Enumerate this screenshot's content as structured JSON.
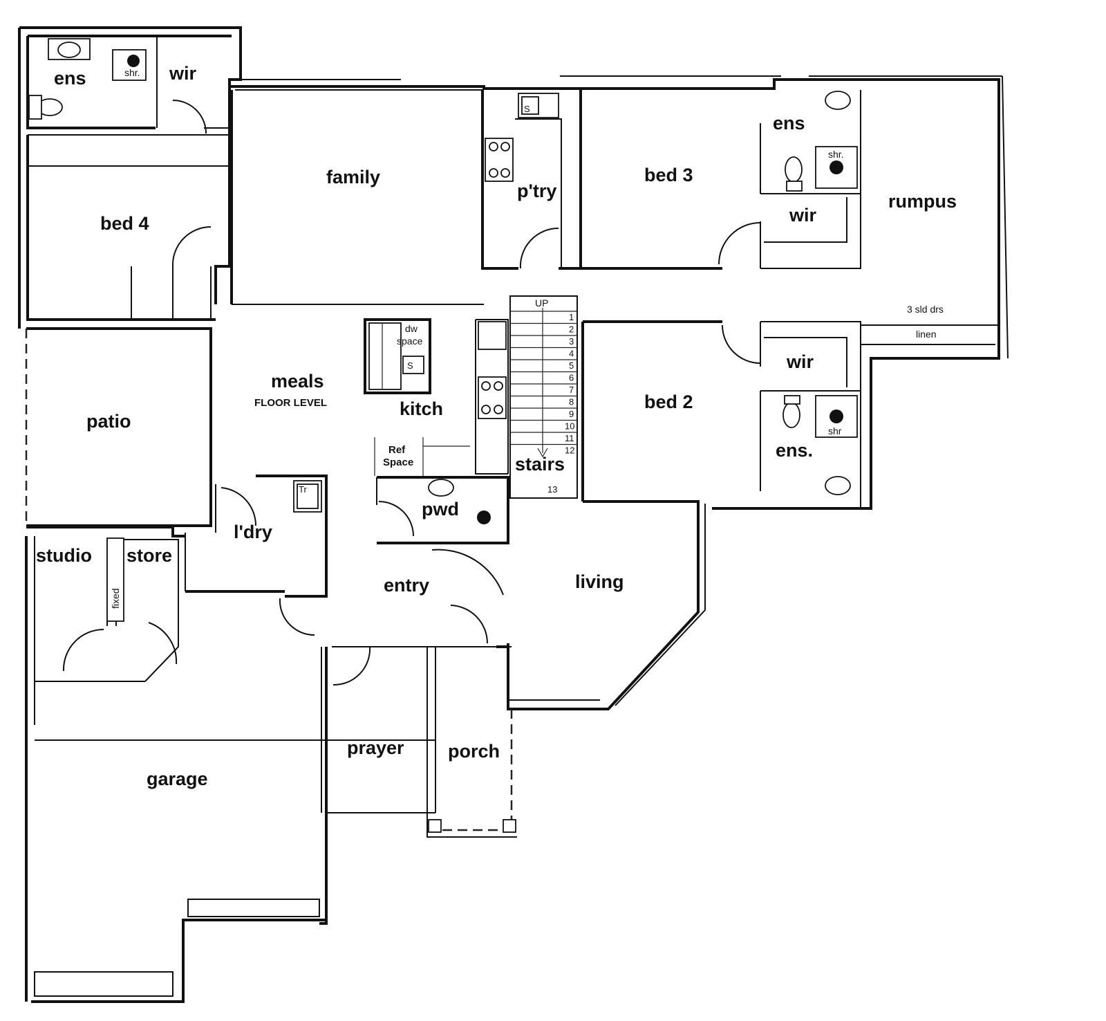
{
  "rooms": {
    "ens_1": "ens",
    "wir_1": "wir",
    "family": "family",
    "ptry": "p'try",
    "bed_3": "bed 3",
    "ens_2": "ens",
    "rumpus": "rumpus",
    "wir_2": "wir",
    "bed_4": "bed 4",
    "meals": "meals",
    "meals_note": "FLOOR LEVEL",
    "kitch": "kitch",
    "bed_2": "bed 2",
    "wir_3": "wir",
    "ens_3": "ens.",
    "patio": "patio",
    "stairs": "stairs",
    "pwd": "pwd",
    "ldry": "l'dry",
    "studio": "studio",
    "store": "store",
    "entry": "entry",
    "living": "living",
    "prayer": "prayer",
    "porch": "porch",
    "garage": "garage"
  },
  "annotations": {
    "shr_1": "shr.",
    "shr_2": "shr.",
    "shr_3": "shr",
    "dw_space_line1": "dw",
    "dw_space_line2": "space",
    "ref_space_line1": "Ref",
    "ref_space_line2": "Space",
    "stairs_up": "UP",
    "sld_drs": "3 sld drs",
    "linen": "linen",
    "fixed": "fixed",
    "sink_s_1": "S",
    "sink_s_2": "S",
    "tr": "Tr"
  },
  "stair_steps": [
    "1",
    "2",
    "3",
    "4",
    "5",
    "6",
    "7",
    "8",
    "9",
    "10",
    "11",
    "12",
    "13"
  ]
}
